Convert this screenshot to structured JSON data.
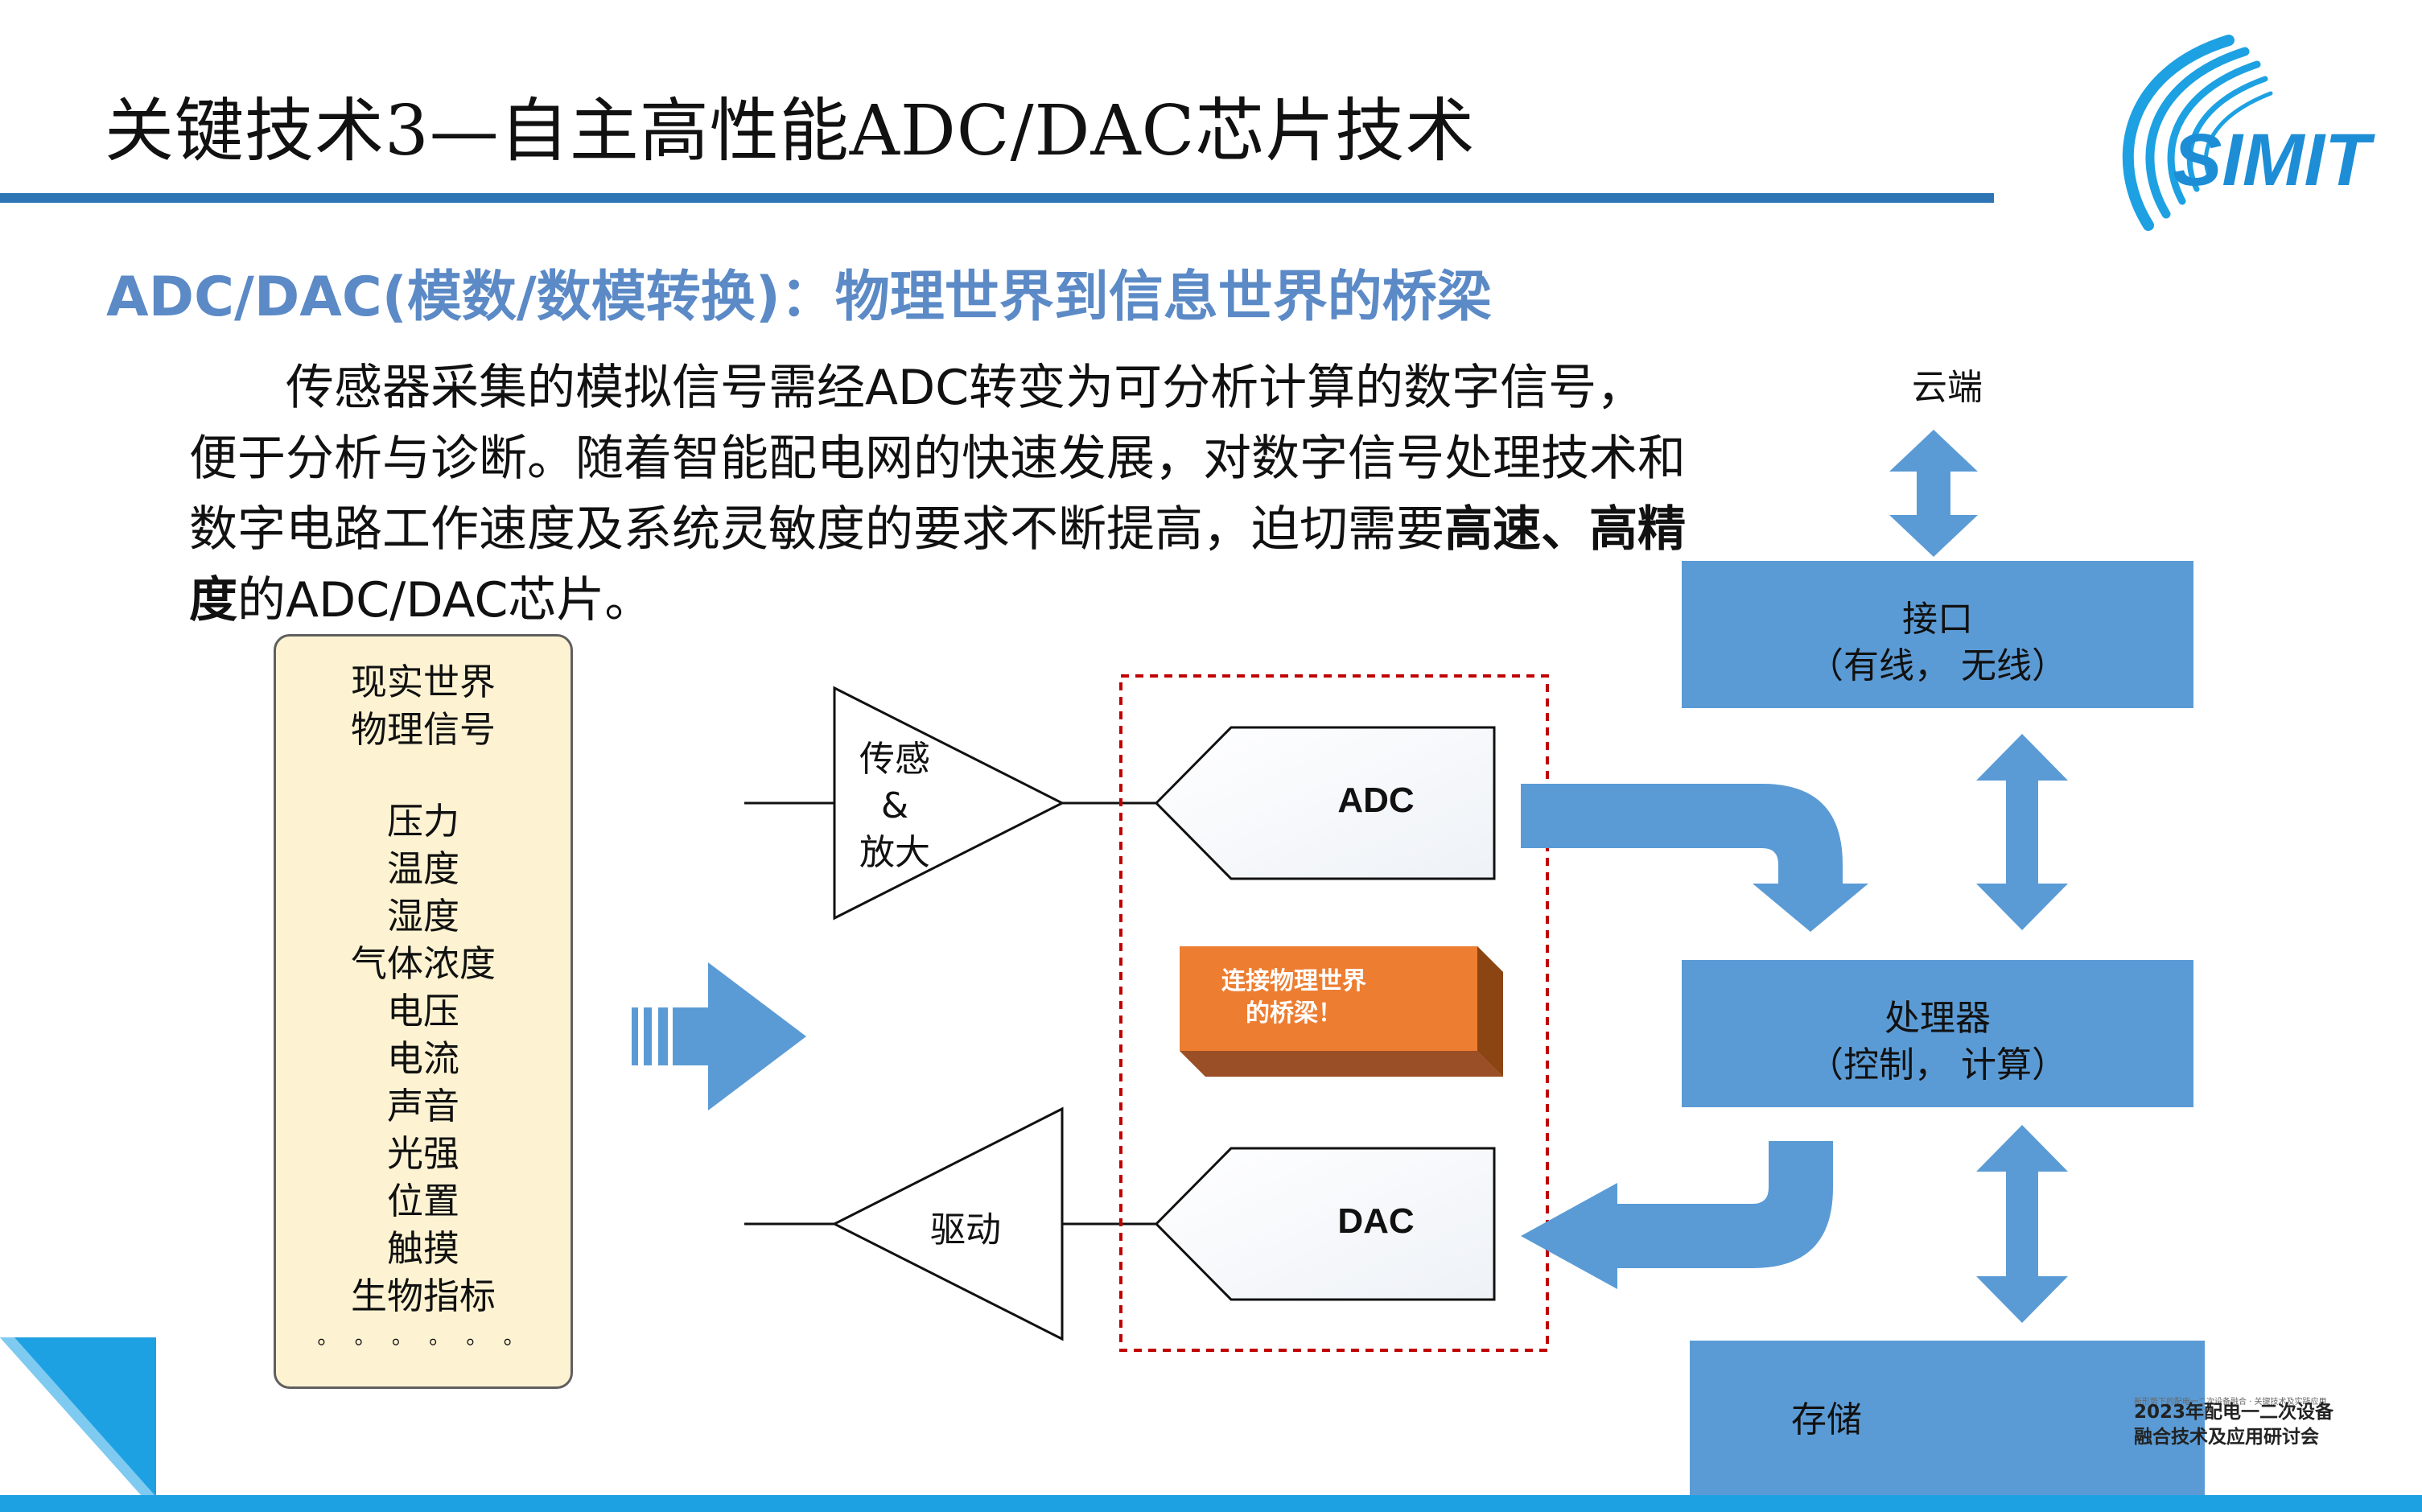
{
  "slide": {
    "title": "关键技术3—自主高性能ADC/DAC芯片技术",
    "subtitle": "ADC/DAC(模数/数模转换)：物理世界到信息世界的桥梁",
    "paragraph": {
      "line1": "传感器采集的模拟信号需经ADC转变为可分析计算的数字信号，",
      "line2": "便于分析与诊断。随着智能配电网的快速发展，对数字信号处理技术和",
      "line3_normal": "数字电路工作速度及系统灵敏度的要求不断提高，迫切需要",
      "line3_bold": "高速、高精",
      "line4_bold": "度",
      "line4_normal": "的ADC/DAC芯片。"
    },
    "logo_text": "SIMIT",
    "colors": {
      "accent_blue": "#2e75b6",
      "box_blue": "#5b9bd5",
      "bridge_orange": "#ed7d31",
      "signal_box_bg": "#fdf3d2",
      "logo_cyan": "#1da1e2",
      "dashed_red": "#c00000"
    }
  },
  "diagram": {
    "signal_box": {
      "header1": "现实世界",
      "header2": "物理信号",
      "items": [
        "压力",
        "温度",
        "湿度",
        "气体浓度",
        "电压",
        "电流",
        "声音",
        "光强",
        "位置",
        "触摸",
        "生物指标"
      ],
      "ellipsis": "。 。 。 。 。 。"
    },
    "sense_amp": {
      "line1": "传感",
      "line2": "&",
      "line3": "放大"
    },
    "driver": {
      "label": "驱动"
    },
    "adc": {
      "label": "ADC"
    },
    "dac": {
      "label": "DAC"
    },
    "bridge": {
      "line1": "连接物理世界",
      "line2": "的桥梁！"
    },
    "cloud": {
      "label": "云端"
    },
    "interface": {
      "line1": "接口",
      "line2": "（有线， 无线）"
    },
    "processor": {
      "line1": "处理器",
      "line2": "（控制， 计算）"
    },
    "storage": {
      "label": "存储"
    }
  },
  "conference": {
    "tiny": "新形势下的配电一二次设备融合 · 关键技术及实践应用",
    "line1": "2023年配电一二次设备",
    "line2": "融合技术及应用研讨会"
  }
}
